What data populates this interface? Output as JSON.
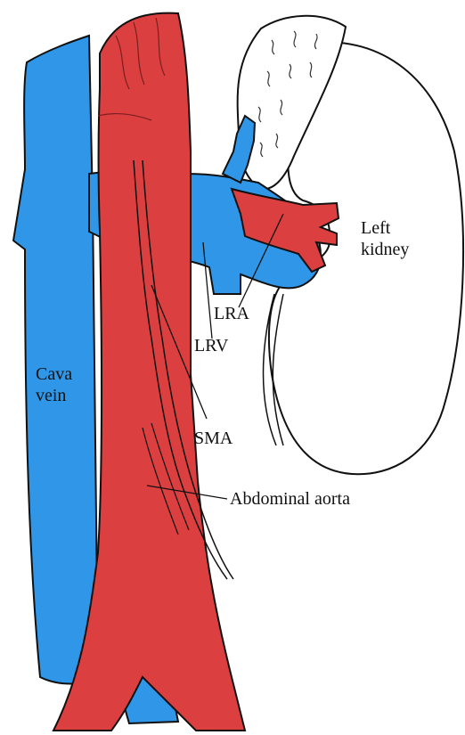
{
  "labels": {
    "cava_vein": [
      "Cava",
      "vein"
    ],
    "left_kidney": [
      "Left",
      "kidney"
    ],
    "lra": "LRA",
    "lrv": "LRV",
    "sma": "SMA",
    "abdominal_aorta": "Abdominal aorta"
  },
  "colors": {
    "vein": "#2f96e8",
    "artery": "#dc3f3f",
    "outline": "#111111",
    "background": "#ffffff"
  }
}
